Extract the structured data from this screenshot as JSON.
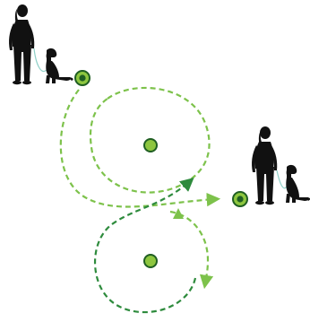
{
  "diagram": {
    "kind": "dog-walking-pattern",
    "description_nodes": [
      {
        "id": "start-point",
        "role": "start"
      },
      {
        "id": "end-point",
        "role": "end"
      },
      {
        "id": "upper-turn-center",
        "role": "turn-center"
      },
      {
        "id": "lower-turn-center",
        "role": "turn-center"
      }
    ],
    "figures": [
      {
        "id": "handler-with-dog-left",
        "icon": "person-with-dog-icon"
      },
      {
        "id": "handler-with-dog-right",
        "icon": "person-with-dog-icon"
      }
    ],
    "paths": [
      {
        "id": "upper-outer-loop",
        "style": "dashed",
        "color": "light-green",
        "arrow": true
      },
      {
        "id": "upper-inner-loop",
        "style": "dashed",
        "color": "light-green",
        "arrow": true
      },
      {
        "id": "lower-outer-loop",
        "style": "dashed",
        "color": "dark-green",
        "arrow": true
      },
      {
        "id": "lower-inner-loop",
        "style": "dashed",
        "color": "light-green",
        "arrow": true
      }
    ]
  },
  "colors": {
    "light_green": "#7dc24b",
    "dark_green": "#2e8b3d",
    "node_fill": "#8dc63f",
    "node_ring": "#1f5e22",
    "node_center": "#1f5e22",
    "silhouette": "#111111",
    "leash": "#8fd0c8"
  }
}
